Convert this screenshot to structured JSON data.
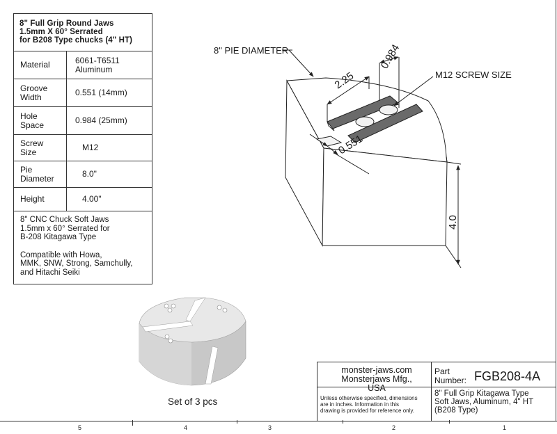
{
  "spec_table": {
    "title_lines": [
      "8\" Full Grip Round Jaws",
      "1.5mm X 60° Serrated",
      "for B208 Type chucks (4\" HT)"
    ],
    "rows": [
      {
        "key_lines": [
          "Material"
        ],
        "value_lines": [
          "6061-T6511",
          "Aluminum"
        ]
      },
      {
        "key_lines": [
          "Groove",
          "Width"
        ],
        "value_lines": [
          "0.551 (14mm)"
        ]
      },
      {
        "key_lines": [
          "Hole",
          "Space"
        ],
        "value_lines": [
          "0.984 (25mm)"
        ]
      },
      {
        "key_lines": [
          "Screw",
          "Size"
        ],
        "value_lines": [
          "M12"
        ]
      },
      {
        "key_lines": [
          "Pie",
          "Diameter"
        ],
        "value_lines": [
          "8.0\""
        ]
      },
      {
        "key_lines": [
          "Height"
        ],
        "value_lines": [
          "4.00\""
        ]
      }
    ],
    "description_lines": [
      "8\" CNC Chuck Soft Jaws",
      "1.5mm x 60° Serrated for",
      "B-208 Kitagawa Type"
    ],
    "compat_lines": [
      "Compatible with Howa,",
      "MMK, SNW, Strong, Samchully,",
      "and Hitachi Seiki"
    ]
  },
  "drawing": {
    "pie_diameter_label": "8\" PIE DIAMETER",
    "screw_size_label": "M12 SCREW SIZE",
    "dim_2_25": "2.25",
    "dim_0_984": "0.984",
    "dim_0_551": "0.551",
    "dim_4_0": "4.0"
  },
  "caption": "Set of 3 pcs",
  "title_block": {
    "company_lines": [
      "monster-jaws.com",
      "Monsterjaws Mfg., USA"
    ],
    "part_number_label_lines": [
      "Part",
      "Number:"
    ],
    "part_number": "FGB208-4A",
    "disclaimer_lines": [
      "Unless otherwise specified, dimensions",
      "are in inches.  Information in this",
      "drawing is provided for reference only."
    ],
    "description_lines": [
      "8\" Full Grip Kitagawa Type",
      "Soft Jaws, Aluminum, 4\" HT",
      "(B208 Type)"
    ]
  },
  "zones": [
    "5",
    "4",
    "3",
    "2",
    "1"
  ],
  "colors": {
    "line": "#333333",
    "part_light": "#e6e6e6",
    "part_mid": "#c9c9c9",
    "part_dark": "#a8a8a8"
  }
}
